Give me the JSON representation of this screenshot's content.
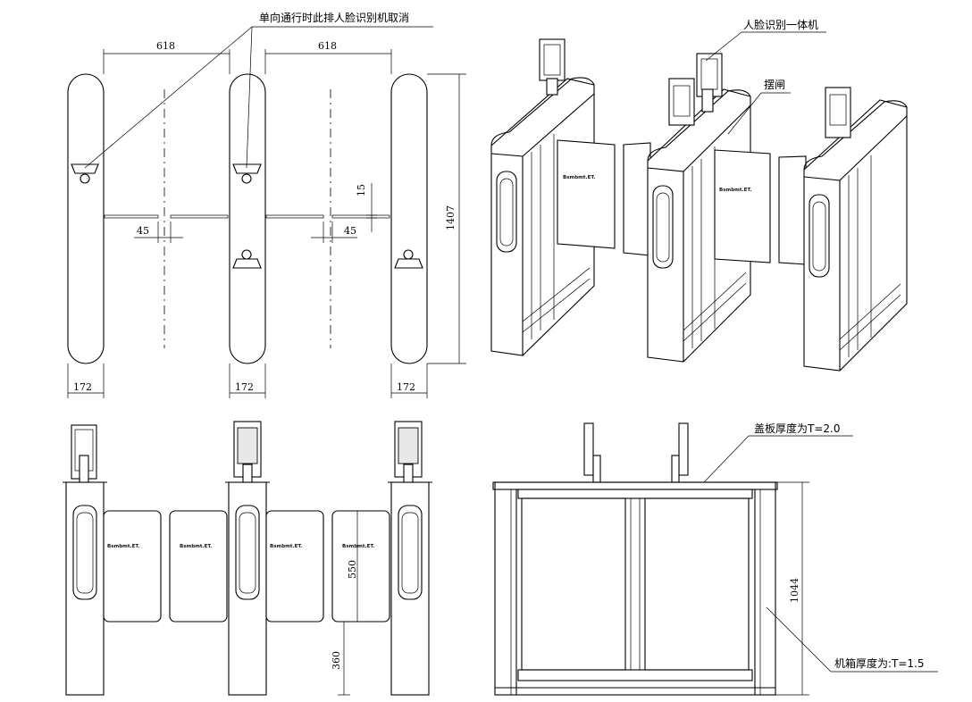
{
  "annotations": {
    "face_cancel": "单向通行时此排人脸识别机取消",
    "face_unit": "人脸识别一体机",
    "swing_gate": "摆闸",
    "cover_thickness": "盖板厚度为T=2.0",
    "cabinet_thickness": "机箱厚度为:T=1.5"
  },
  "dimensions": {
    "lane_width_left": "618",
    "lane_width_right": "618",
    "gap_15": "15",
    "gap_45_left": "45",
    "gap_45_right": "45",
    "total_length": "1407",
    "cabinet_width_1": "172",
    "cabinet_width_2": "172",
    "cabinet_width_3": "172",
    "panel_height": "550",
    "panel_bottom": "360",
    "cabinet_height": "1044"
  },
  "panel_logo": "Bsmbmt.ET."
}
